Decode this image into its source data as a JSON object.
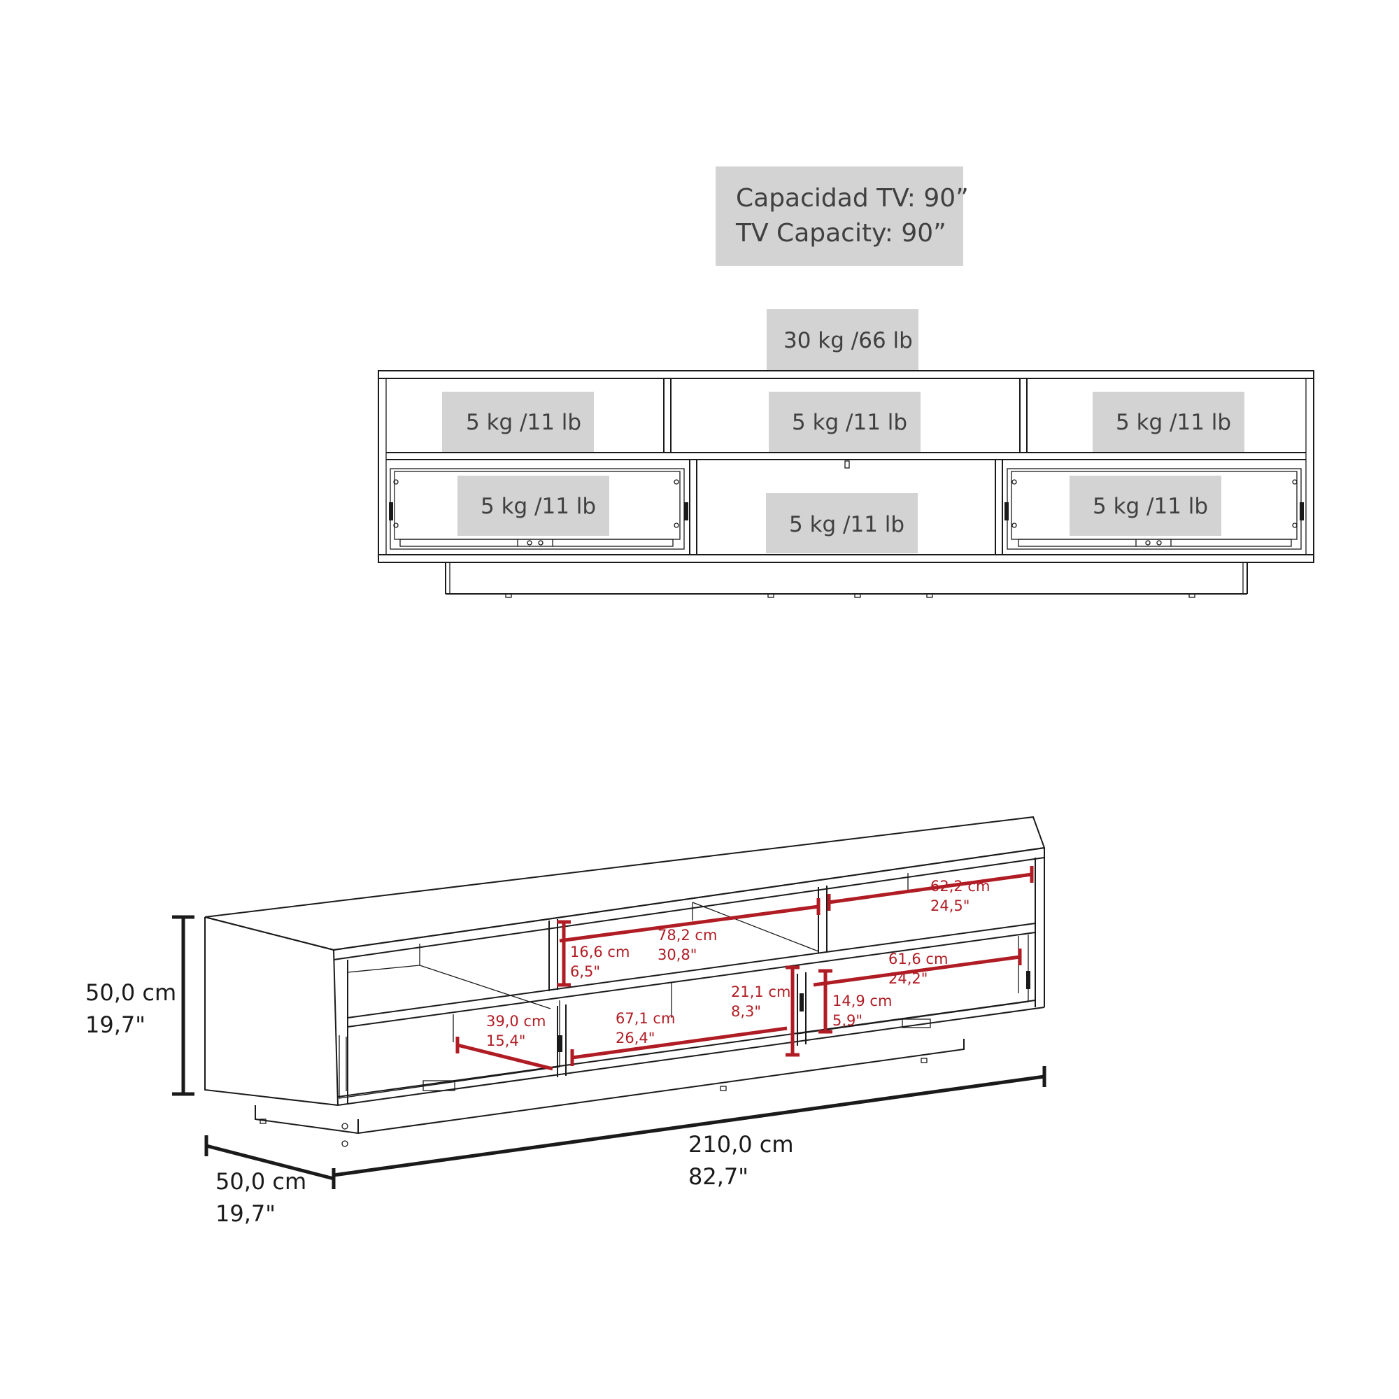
{
  "tv_capacity": {
    "line_es": "Capacidad TV: 90”",
    "line_en": "TV Capacity: 90”"
  },
  "front_view": {
    "top_load": "30 kg /66 lb",
    "shelf_loads": [
      "5 kg /11 lb",
      "5 kg /11 lb",
      "5 kg /11 lb"
    ],
    "lower_loads": [
      "5 kg /11 lb",
      "5 kg /11 lb",
      "5 kg /11 lb"
    ]
  },
  "iso_view": {
    "height": {
      "cm": "50,0 cm",
      "in": "19,7\""
    },
    "depth": {
      "cm": "50,0 cm",
      "in": "19,7\""
    },
    "width": {
      "cm": "210,0 cm",
      "in": "82,7\""
    },
    "interior": [
      {
        "cm": "62,2 cm",
        "in": "24,5\""
      },
      {
        "cm": "78,2 cm",
        "in": "30,8\""
      },
      {
        "cm": "16,6 cm",
        "in": "6,5\""
      },
      {
        "cm": "61,6 cm",
        "in": "24,2\""
      },
      {
        "cm": "21,1 cm",
        "in": "8,3\""
      },
      {
        "cm": "14,9 cm",
        "in": "5,9\""
      },
      {
        "cm": "67,1 cm",
        "in": "26,4\""
      },
      {
        "cm": "39,0 cm",
        "in": "15,4\""
      }
    ]
  },
  "colors": {
    "label_box": "#d3d3d3",
    "measure_red": "#b01c24",
    "line": "#1a1a1a"
  }
}
